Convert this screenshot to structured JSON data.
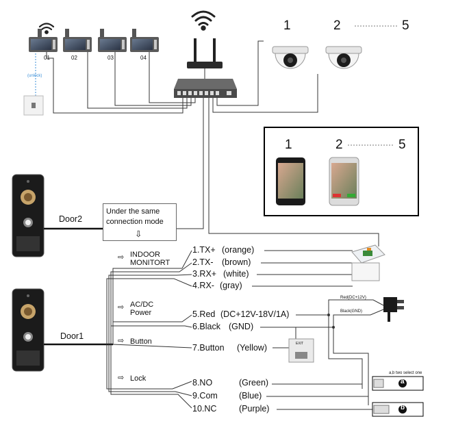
{
  "monitors": [
    {
      "label": "01"
    },
    {
      "label": "02"
    },
    {
      "label": "03"
    },
    {
      "label": "04"
    }
  ],
  "unlock_label": "(unlock)",
  "cameras": {
    "first": "1",
    "second": "2",
    "last": "5"
  },
  "phones": {
    "first": "1",
    "second": "2",
    "last": "5"
  },
  "doors": [
    {
      "label": "Door2"
    },
    {
      "label": "Door1"
    }
  ],
  "note_box": {
    "line1": "Under the same",
    "line2": "connection mode",
    "arrow": "⇩"
  },
  "groups": [
    {
      "label1": "INDOOR",
      "label2": "MONITORT"
    },
    {
      "label1": "AC/DC",
      "label2": "Power"
    },
    {
      "label1": "Button",
      "label2": ""
    },
    {
      "label1": "Lock",
      "label2": ""
    }
  ],
  "wires": [
    {
      "name": "1.TX+",
      "color": "(orange)"
    },
    {
      "name": "2.TX-",
      "color": "(brown)"
    },
    {
      "name": "3.RX+",
      "color": "(white)"
    },
    {
      "name": "4.RX-",
      "color": "(gray)"
    },
    {
      "name": "5.Red",
      "color": "(DC+12V-18V/1A)"
    },
    {
      "name": "6.Black",
      "color": "(GND)"
    },
    {
      "name": "7.Button",
      "color": "(Yellow)"
    },
    {
      "name": "8.NO",
      "color": "(Green)"
    },
    {
      "name": "9.Com",
      "color": "(Blue)"
    },
    {
      "name": "10.NC",
      "color": "(Purple)"
    }
  ],
  "adapter": {
    "red": "Red(DC+12V)",
    "black": "Black(GND)"
  },
  "lock": {
    "select_note": "a,b two select one",
    "a": "a",
    "b": "b"
  },
  "exit_button": {
    "label": "EXIT"
  },
  "colors": {
    "wire": "#333333",
    "device_dark": "#1c1c1c",
    "switch_body": "#4a4a4a"
  }
}
